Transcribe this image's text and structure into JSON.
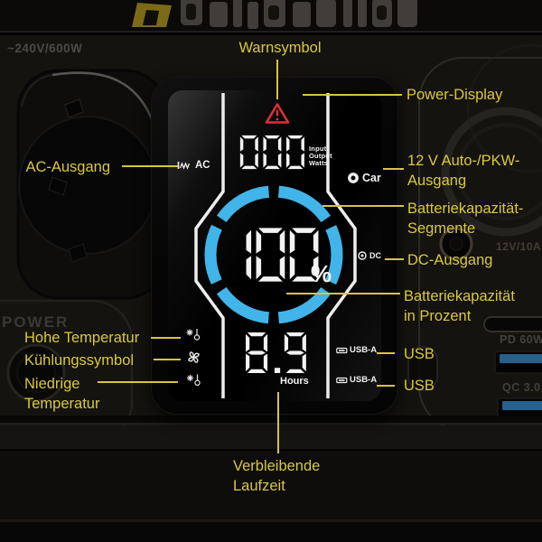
{
  "device_labels": {
    "ac_rating": "~240V/600W",
    "power": "POWER",
    "car_rating": "12V/10A",
    "pd": "PD 60W",
    "qc": "QC 3.0"
  },
  "display": {
    "watts": "000",
    "watts_units": [
      "Input",
      "Output",
      "Watts"
    ],
    "ac": "AC",
    "car": "Car",
    "dc": "DC",
    "percent_value": "100",
    "percent_sign": "%",
    "hours": "8.9",
    "hours_unit": "Hours",
    "usb_rows": [
      "USB-A",
      "USB-A"
    ],
    "battery_segments_total": 6,
    "battery_segments_lit": 6
  },
  "callouts": {
    "warnsymbol": "Warnsymbol",
    "power_display": "Power-Display",
    "ac_ausgang": "AC-Ausgang",
    "kfz": [
      "12 V Auto-/PKW-",
      "Ausgang"
    ],
    "segmente": [
      "Batteriekapazität-",
      "Segmente"
    ],
    "dc_ausgang": "DC-Ausgang",
    "prozent": [
      "Batteriekapazität",
      "in Prozent"
    ],
    "usb_1": "USB",
    "usb_2": "USB",
    "hohe_temp": "Hohe Temperatur",
    "kuehlung": "Kühlungssymbol",
    "niedrige_temp": [
      "Niedrige",
      "Temperatur"
    ],
    "laufzeit": [
      "Verbleibende",
      "Laufzeit"
    ]
  },
  "colors": {
    "callout_yellow": "#d9c83e",
    "ring_blue": "#41b5e9",
    "warning_red": "#d93036",
    "display_white": "#f1f1f1",
    "usb_port_blue": "#2e6f9f"
  }
}
